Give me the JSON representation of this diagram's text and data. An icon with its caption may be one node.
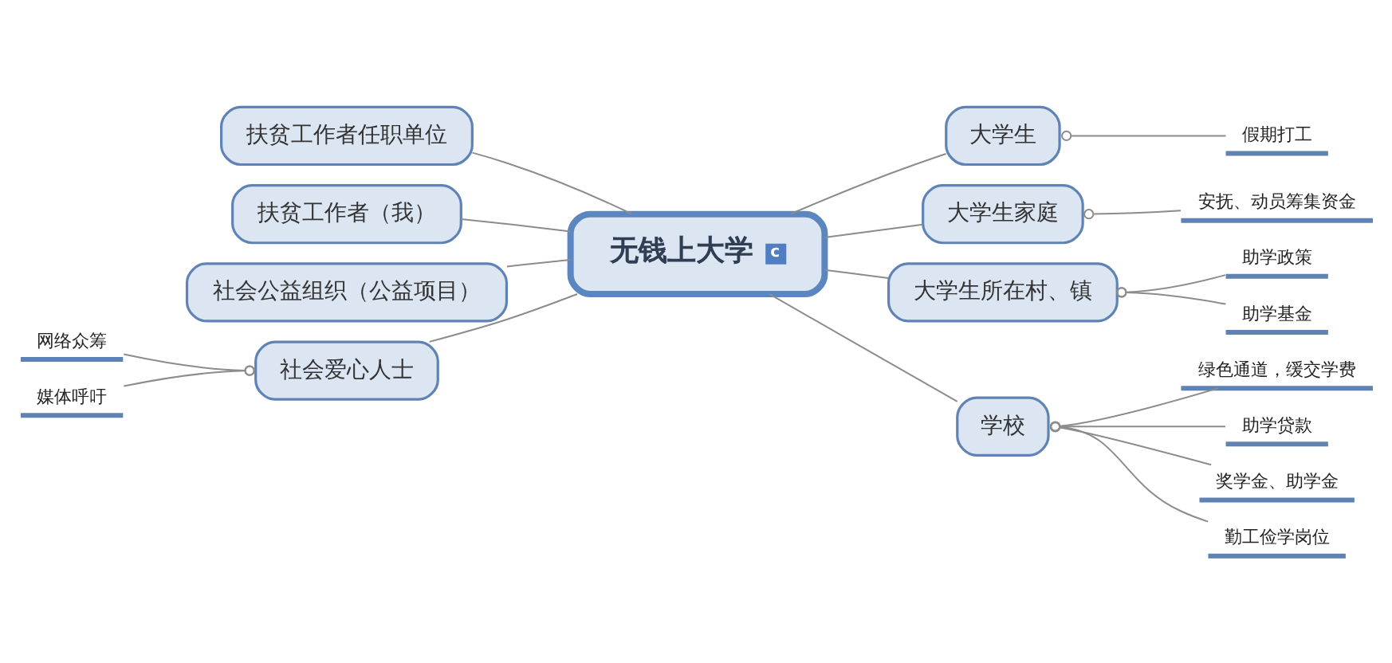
{
  "diagram": {
    "nodes": [
      {
        "text": [
          "无钱上大学",
          "c"
        ]
      },
      {
        "text": [
          "大学生"
        ]
      },
      {
        "text": [
          "假期打工"
        ]
      },
      {
        "text": [
          "大学生家庭"
        ]
      },
      {
        "text": [
          "安抚、动员筹集资金"
        ]
      },
      {
        "text": [
          "大学生所在村、镇"
        ]
      },
      {
        "text": [
          "助学政策"
        ]
      },
      {
        "text": [
          "助学基金"
        ]
      },
      {
        "text": [
          "学校"
        ]
      },
      {
        "text": [
          "绿色通道，缓交学费"
        ]
      },
      {
        "text": [
          "助学贷款"
        ]
      },
      {
        "text": [
          "奖学金、助学金"
        ]
      },
      {
        "text": [
          "勤工俭学岗位"
        ]
      },
      {
        "text": [
          "扶贫工作者任职单位"
        ]
      },
      {
        "text": [
          "扶贫工作者（我）"
        ]
      },
      {
        "text": [
          "社会公益组织（公益项目）"
        ]
      },
      {
        "text": [
          "社会爱心人士"
        ]
      },
      {
        "text": [
          "网络众筹"
        ]
      },
      {
        "text": [
          "媒体呼吁"
        ]
      }
    ],
    "edges": [
      {
        "from": 0,
        "to": 1,
        "arrow": "none"
      },
      {
        "from": 1,
        "to": 2,
        "arrow": "other"
      },
      {
        "from": 0,
        "to": 3,
        "arrow": "none"
      },
      {
        "from": 3,
        "to": 4,
        "arrow": "other"
      },
      {
        "from": 0,
        "to": 5,
        "arrow": "none"
      },
      {
        "from": 5,
        "to": 6,
        "arrow": "other"
      },
      {
        "from": 5,
        "to": 7,
        "arrow": "other"
      },
      {
        "from": 0,
        "to": 8,
        "arrow": "none"
      },
      {
        "from": 8,
        "to": 9,
        "arrow": "other"
      },
      {
        "from": 8,
        "to": 10,
        "arrow": "other"
      },
      {
        "from": 8,
        "to": 11,
        "arrow": "other"
      },
      {
        "from": 8,
        "to": 12,
        "arrow": "other"
      },
      {
        "from": 0,
        "to": 13,
        "arrow": "none"
      },
      {
        "from": 0,
        "to": 14,
        "arrow": "none"
      },
      {
        "from": 0,
        "to": 15,
        "arrow": "none"
      },
      {
        "from": 0,
        "to": 16,
        "arrow": "none"
      },
      {
        "from": 16,
        "to": 17,
        "arrow": "other"
      },
      {
        "from": 16,
        "to": 18,
        "arrow": "other"
      }
    ]
  }
}
